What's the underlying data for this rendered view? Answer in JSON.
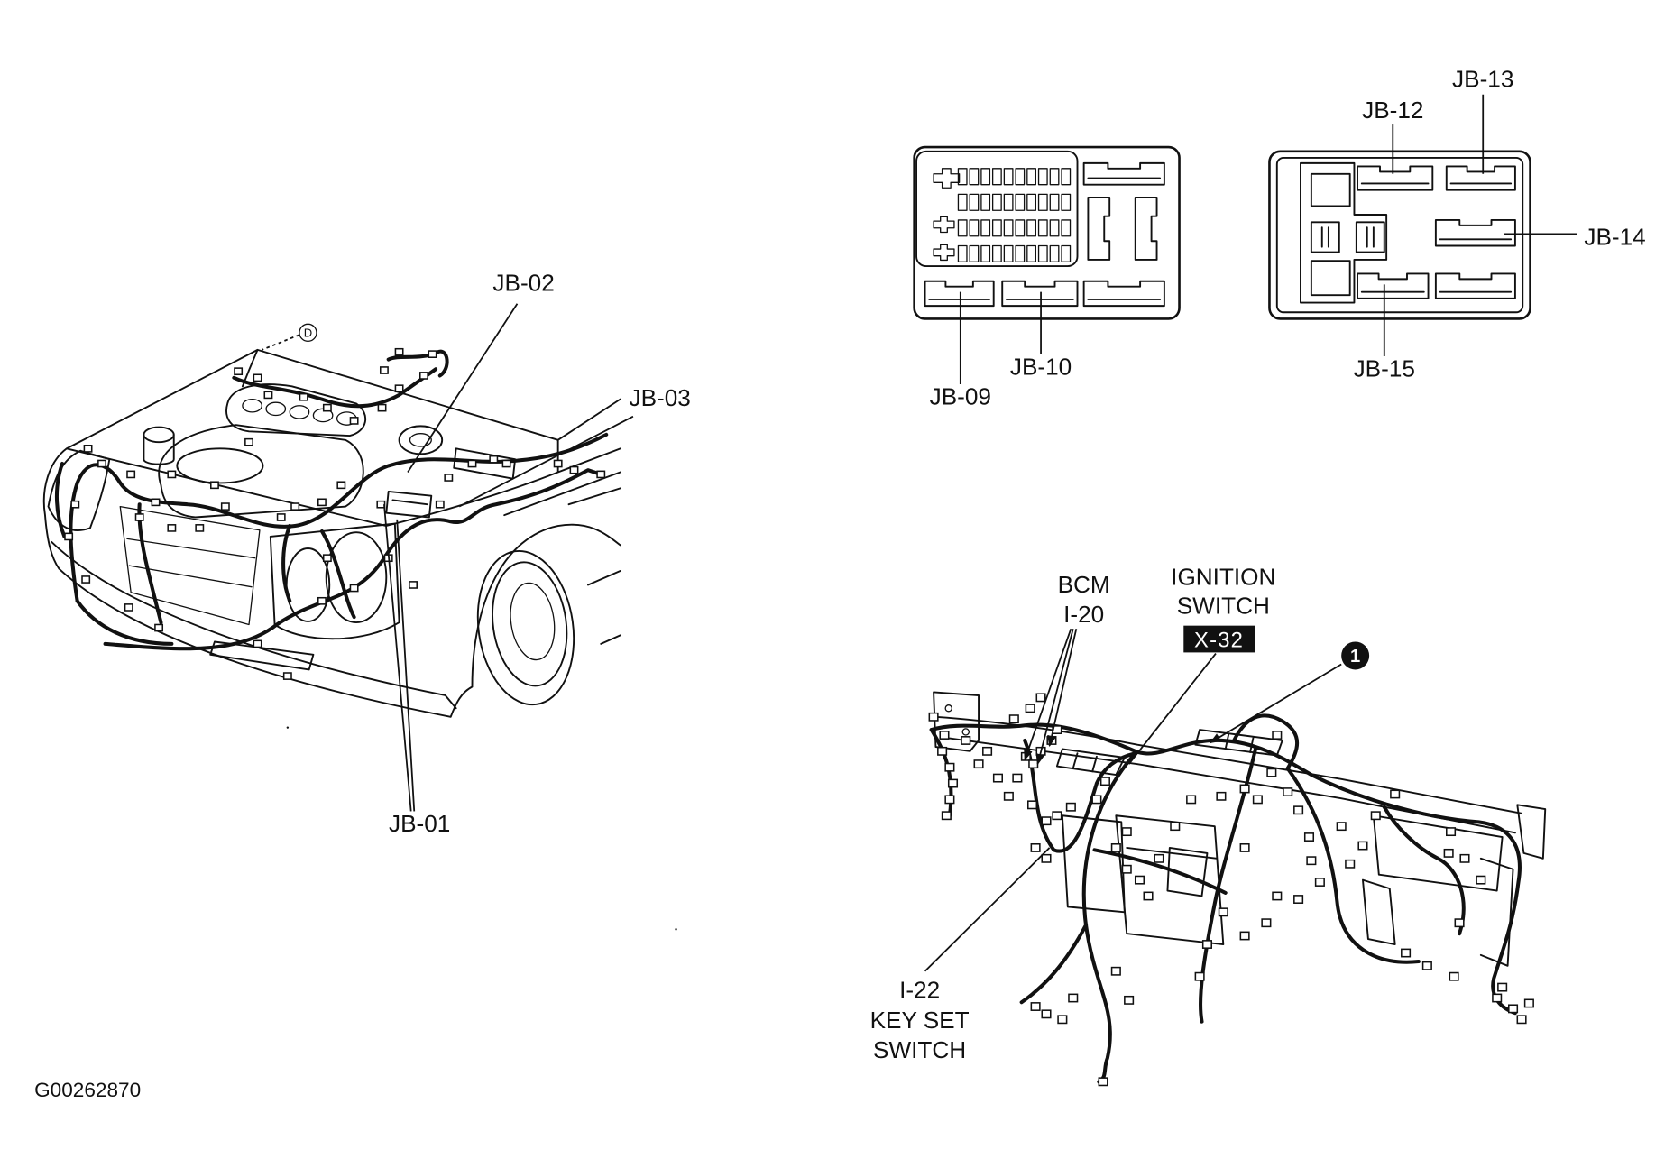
{
  "figure_id": "G00262870",
  "engine_compartment": {
    "labels": {
      "jb_01": "JB-01",
      "jb_02": "JB-02",
      "jb_03": "JB-03"
    },
    "marker": "D"
  },
  "junction_box_left": {
    "jb_09": "JB-09",
    "jb_10": "JB-10"
  },
  "junction_box_right": {
    "jb_12": "JB-12",
    "jb_13": "JB-13",
    "jb_14": "JB-14",
    "jb_15": "JB-15"
  },
  "instrument_panel": {
    "bcm": {
      "line1": "BCM",
      "line2": "I-20"
    },
    "ignition_switch": {
      "line1": "IGNITION",
      "line2": "SWITCH",
      "code": "X-32"
    },
    "callout_number": "1",
    "key_set_switch": {
      "line1": "I-22",
      "line2": "KEY SET",
      "line3": "SWITCH"
    }
  }
}
